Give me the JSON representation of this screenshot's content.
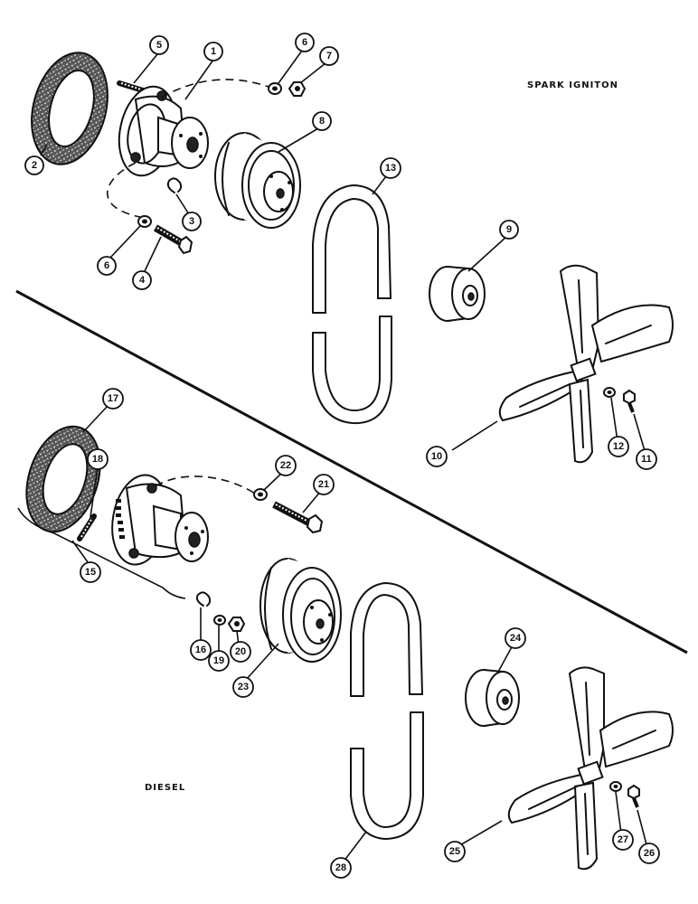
{
  "labels": {
    "spark": "SPARK IGNITON",
    "diesel": "DIESEL"
  },
  "callouts": [
    "1",
    "2",
    "3",
    "4",
    "5",
    "6",
    "6",
    "7",
    "8",
    "9",
    "10",
    "11",
    "12",
    "13",
    "15",
    "16",
    "17",
    "18",
    "19",
    "20",
    "21",
    "22",
    "23",
    "24",
    "25",
    "26",
    "27",
    "28"
  ]
}
